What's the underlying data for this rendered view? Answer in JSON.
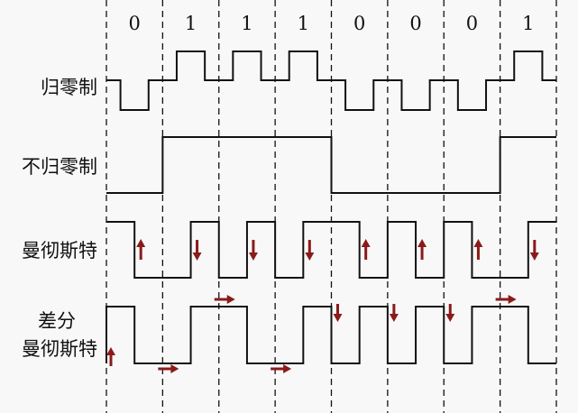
{
  "bits": [
    "0",
    "1",
    "1",
    "1",
    "0",
    "0",
    "0",
    "1"
  ],
  "rows": {
    "rz": {
      "label": "归零制"
    },
    "nrz": {
      "label": "不归零制"
    },
    "manchester": {
      "label": "曼彻斯特"
    },
    "diff_manchester": {
      "label_line1": "差分",
      "label_line2": "曼彻斯特"
    }
  },
  "colors": {
    "wave": "#111111",
    "arrow": "#8b1a1a",
    "background": "#f8f8f8"
  },
  "arrows": {
    "manchester": [
      "up",
      "down",
      "down",
      "down",
      "up",
      "up",
      "up",
      "down"
    ],
    "diff_manchester": [
      "up",
      "right",
      "right",
      "right",
      "down",
      "down",
      "down",
      "right"
    ]
  }
}
